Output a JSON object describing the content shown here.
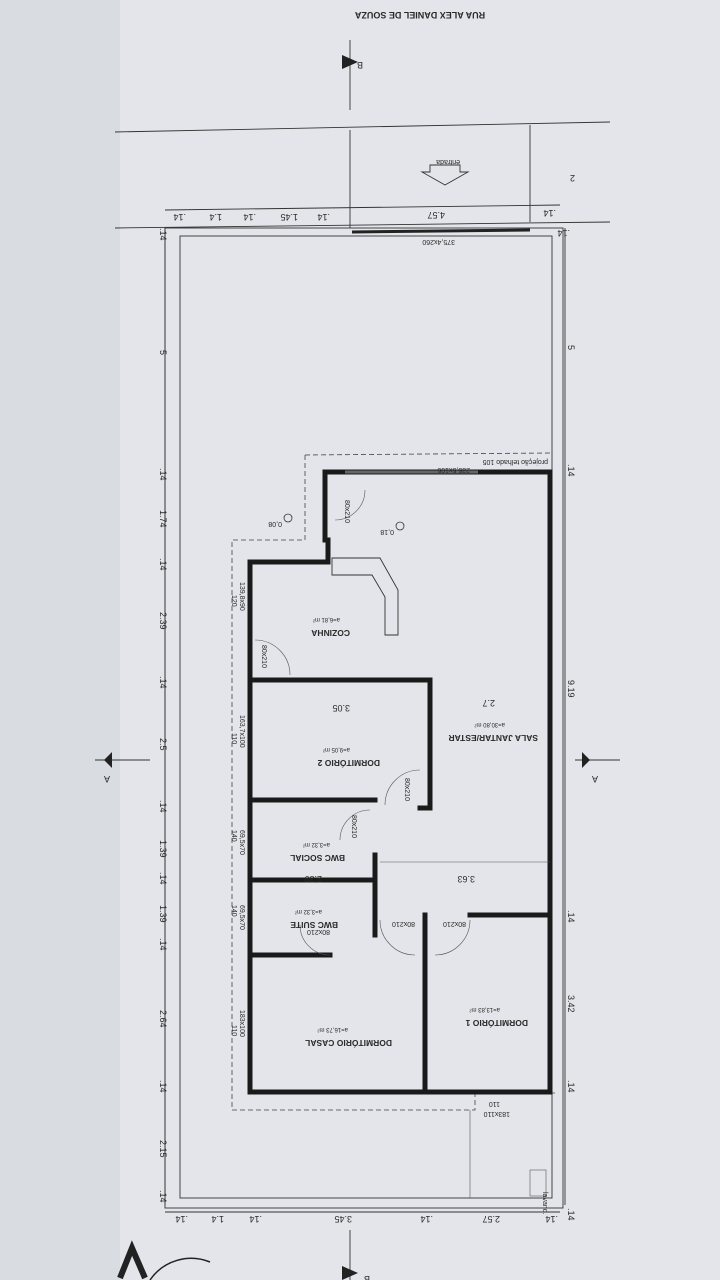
{
  "street_name": "RUA ALEX DANIEL DE SOUZA",
  "section_marks": {
    "b": "B",
    "a": "A"
  },
  "entrance": "entrada",
  "openings": {
    "front_gate": "375,4x260",
    "kitchen_window": "235,5x105",
    "kitchen_side_window": "139,8x90",
    "kitchen_side_sill": "120",
    "dorm2_window": "163,7x100",
    "dorm2_window_sill": "110",
    "bwc_social_window": "69,5x70",
    "bwc_social_sill": "140",
    "bwc_suite_window": "69,5x70",
    "bwc_suite_sill": "140",
    "casal_window": "183x100",
    "casal_sill": "110",
    "dorm1_window": "183x110",
    "dorm1_sill": "110"
  },
  "doors": [
    "80x210",
    "80x210",
    "80x210",
    "80x210",
    "80x210",
    "80x210",
    "80x210"
  ],
  "levels": [
    "0,08",
    "0,18"
  ],
  "projection_note": "projeção telhado 105",
  "rooms": {
    "cozinha": {
      "name": "COZINHA",
      "area": "a=6,81 m²"
    },
    "sala": {
      "name": "SALA JANTAR/ESTAR",
      "area": "a=30,80 m²"
    },
    "dorm2": {
      "name": "DORMITÓRIO 2",
      "area": "a=9,05 m²"
    },
    "bwc_social": {
      "name": "BWC SOCIAL",
      "area": "a=3,32 m²"
    },
    "bwc_suite": {
      "name": "BWC SUITE",
      "area": "a=3,32 m²"
    },
    "casal": {
      "name": "DORMITÓRIO CASAL",
      "area": "a=16,73 m²"
    },
    "dorm1": {
      "name": "DORMITÓRIO 1",
      "area": "a=13,83 m²"
    },
    "small_label": "lavand."
  },
  "dims": {
    "top": [
      "2",
      "4.57",
      "1.45",
      "1.4",
      ".14",
      ".14",
      ".14",
      ".14",
      ".14"
    ],
    "left": [
      "5",
      "1.74",
      "2.39",
      "2.5",
      "1.39",
      "1.39",
      "2.64",
      "2.15",
      ".14",
      ".14",
      ".14",
      ".14",
      ".14",
      ".14",
      ".14",
      ".14",
      ".14"
    ],
    "right": [
      "5",
      "9.19",
      "3.42",
      ".14",
      ".14",
      ".14",
      ".14"
    ],
    "bottom": [
      "3.45",
      "2.57",
      "1.4",
      ".14",
      ".14",
      ".14",
      ".14"
    ],
    "inner": [
      "2.7",
      "3.05",
      "3.63",
      "2.39"
    ]
  }
}
